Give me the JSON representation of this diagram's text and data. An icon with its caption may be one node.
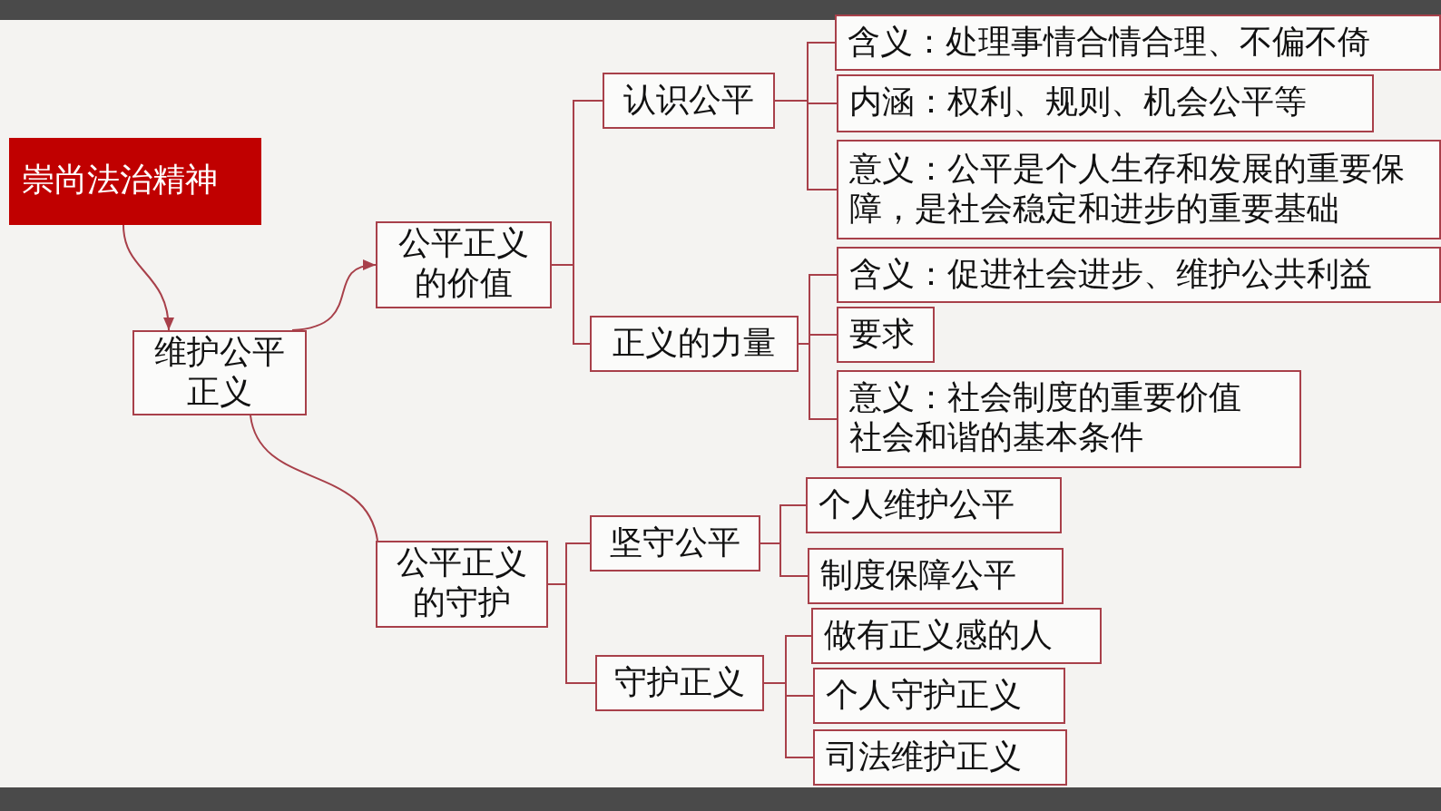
{
  "diagram": {
    "nodes": [
      {
        "text": [
          "崇尚法治精神"
        ]
      },
      {
        "text": [
          "维护公平正义"
        ]
      },
      {
        "text": [
          "公平正义的价值"
        ]
      },
      {
        "text": [
          "公平正义的守护"
        ]
      },
      {
        "text": [
          "认识公平"
        ]
      },
      {
        "text": [
          "正义的力量"
        ]
      },
      {
        "text": [
          "含义：处理事情合情合理、不偏不倚"
        ]
      },
      {
        "text": [
          "内涵：权利、规则、机会公平等"
        ]
      },
      {
        "text": [
          "意义：公平是个人生存和发展的重要保障，是社会稳定和进步的重要基础"
        ]
      },
      {
        "text": [
          "含义：促进社会进步、维护公共利益"
        ]
      },
      {
        "text": [
          "要求"
        ]
      },
      {
        "text": [
          "意义：社会制度的重要价值",
          "社会和谐的基本条件"
        ]
      },
      {
        "text": [
          "坚守公平"
        ]
      },
      {
        "text": [
          "守护正义"
        ]
      },
      {
        "text": [
          "个人维护公平"
        ]
      },
      {
        "text": [
          "制度保障公平"
        ]
      },
      {
        "text": [
          "做有正义感的人"
        ]
      },
      {
        "text": [
          "个人守护正义"
        ]
      },
      {
        "text": [
          "司法维护正义"
        ]
      }
    ],
    "edges": [
      {
        "from": 0,
        "to": 1,
        "arrow": "to"
      },
      {
        "from": 1,
        "to": 2,
        "arrow": "to"
      },
      {
        "from": 1,
        "to": 3,
        "arrow": "none"
      },
      {
        "from": 2,
        "to": 4,
        "arrow": "none"
      },
      {
        "from": 2,
        "to": 5,
        "arrow": "none"
      },
      {
        "from": 4,
        "to": 6,
        "arrow": "none"
      },
      {
        "from": 4,
        "to": 7,
        "arrow": "none"
      },
      {
        "from": 4,
        "to": 8,
        "arrow": "none"
      },
      {
        "from": 5,
        "to": 9,
        "arrow": "none"
      },
      {
        "from": 5,
        "to": 10,
        "arrow": "none"
      },
      {
        "from": 5,
        "to": 11,
        "arrow": "none"
      },
      {
        "from": 3,
        "to": 12,
        "arrow": "none"
      },
      {
        "from": 3,
        "to": 13,
        "arrow": "none"
      },
      {
        "from": 12,
        "to": 14,
        "arrow": "none"
      },
      {
        "from": 12,
        "to": 15,
        "arrow": "none"
      },
      {
        "from": 13,
        "to": 16,
        "arrow": "none"
      },
      {
        "from": 13,
        "to": 17,
        "arrow": "none"
      },
      {
        "from": 13,
        "to": 18,
        "arrow": "none"
      }
    ]
  }
}
